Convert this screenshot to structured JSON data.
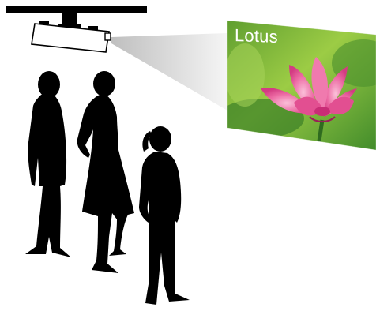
{
  "screen": {
    "label": "Lotus"
  },
  "colors": {
    "silhouette": "#000000",
    "projector_body": "#ffffff",
    "projector_outline": "#000000",
    "beam": "#c9c9c9",
    "lotus_petal": "#e95b9a",
    "lotus_petal_dark": "#c92d76",
    "foliage_light": "#8fc63f",
    "foliage_dark": "#2e7d32",
    "label_text": "#ffffff"
  },
  "icons": {
    "projector": "projector-icon",
    "people": [
      "person-silhouette",
      "person-silhouette",
      "person-silhouette"
    ]
  }
}
